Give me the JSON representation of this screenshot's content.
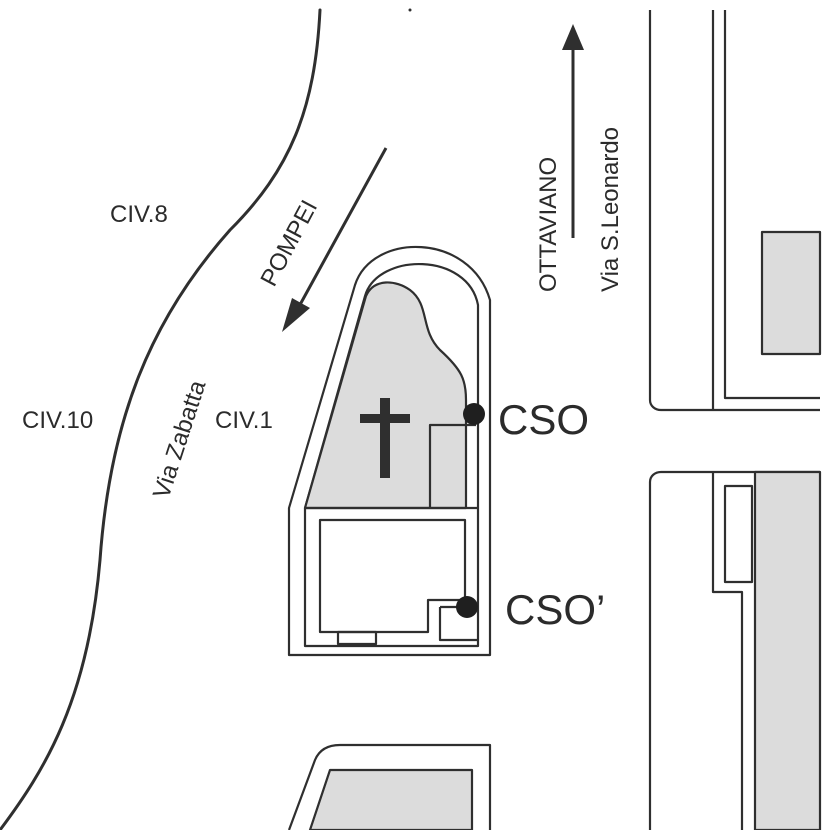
{
  "map": {
    "colors": {
      "ink": "#2f2f2f",
      "fill": "#dcdcdc",
      "background": "#ffffff"
    },
    "labels": {
      "civ8": "CIV.8",
      "civ10": "CIV.10",
      "civ1": "CIV.1",
      "via_zabatta": "Via Zabatta",
      "pompei": "POMPEI",
      "ottaviano": "OTTAVIANO",
      "via_s_leonardo": "Via S.Leonardo",
      "cso": "CSO",
      "cso_prime": "CSO’"
    },
    "icons": {
      "church": "cross-icon",
      "arrow_pompei": "arrow-down-left-icon",
      "arrow_ottaviano": "arrow-up-icon"
    }
  }
}
